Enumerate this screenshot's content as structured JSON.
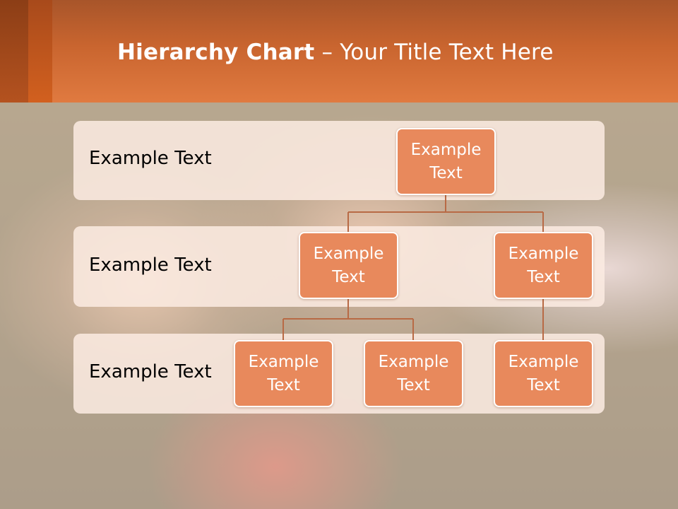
{
  "slide": {
    "title_bold": "Hierarchy Chart",
    "title_separator": " – ",
    "title_rest": "Your Title Text Here"
  },
  "levels": [
    {
      "label": "Example Text"
    },
    {
      "label": "Example Text"
    },
    {
      "label": "Example Text"
    }
  ],
  "nodes": {
    "root": "Example Text",
    "level2_left": "Example Text",
    "level2_right": "Example Text",
    "level3_a": "Example Text",
    "level3_b": "Example Text",
    "level3_c": "Example Text"
  },
  "colors": {
    "header": "#e07a40",
    "node_fill": "#e8895c",
    "connector": "#b86a45",
    "band": "#fbebe2"
  }
}
